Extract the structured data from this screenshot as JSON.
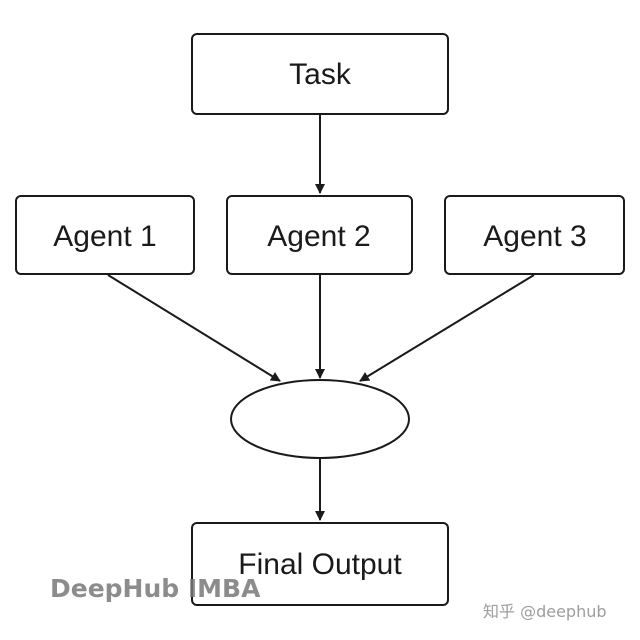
{
  "diagram": {
    "task_label": "Task",
    "agent1_label": "Agent 1",
    "agent2_label": "Agent 2",
    "agent3_label": "Agent 3",
    "output_label": "Final Output"
  },
  "watermarks": {
    "left": "DeepHub IMBA",
    "right": "知乎 @deephub"
  },
  "colors": {
    "stroke": "#1a1a1a",
    "background": "#ffffff"
  }
}
